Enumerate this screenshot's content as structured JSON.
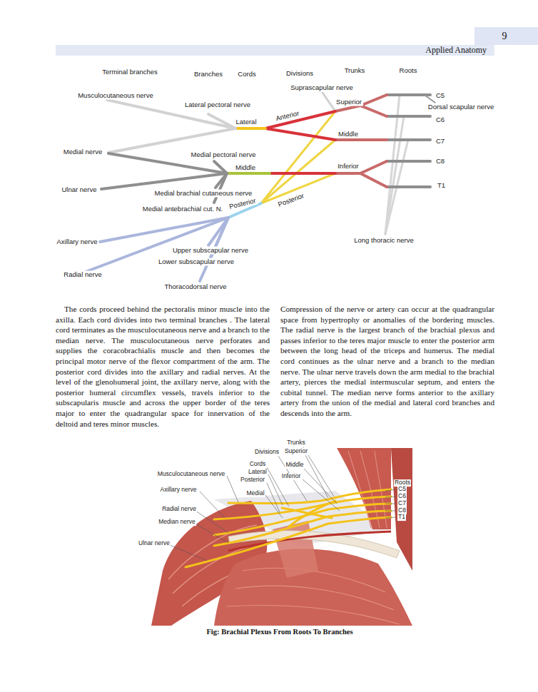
{
  "diagram": {
    "caption": "Fig: Brachial Plexus From Roots To Branches",
    "labels": [
      "9",
      "Applied Anatomy",
      "Terminal branches",
      "Branches",
      "Cords",
      "Divisions",
      "Trunks",
      "Roots",
      "Suprascapular nerve",
      "Musculocutaneous nerve",
      "Lateral pectoral nerve",
      "Superior",
      "C5",
      "Dorsal scapular nerve",
      "Lateral",
      "Anterior",
      "C6",
      "Middle",
      "C7",
      "Medial nerve",
      "Medial pectoral nerve",
      "C8",
      "Middle",
      "Inferior",
      "T1",
      "Ulnar nerve",
      "Medial brachial cutaneous nerve",
      "Posterior",
      "Medial antebrachial cut. N.",
      "Posterior",
      "Axillary nerve",
      "Long thoracic nerve",
      "Upper subscapular nerve",
      "Lower subscapular nerve",
      "Radial nerve",
      "Thoracodorsal nerve",
      "The cords proceed behind the pectoralis minor muscle into the axilla. Each cord divides into two terminal branches . The lateral cord terminates as the musculocutaneous nerve and a branch to the median nerve. The musculocutaneous nerve perforates and supplies the coracobrachialis muscle and then becomes the principal motor nerve of the flexor compartment of the arm. The posterior cord divides into the axillary and radial nerves. At the level of the glenohumeral joint, the axillary nerve, along with the posterior humeral circumflex vessels, travels inferior to the subscapularis muscle and across the upper border of the teres major to enter the quadrangular space for innervation of the deltoid and teres minor muscles.",
      "Compression of the nerve or artery can occur at the quadrangular space from hypertrophy or anomalies of the bordering muscles. The radial nerve is the largest branch of the brachial plexus and passes inferior to the teres major muscle to enter the posterior arm between the long head of the triceps and humerus. The medial cord continues as the ulnar nerve and a branch to the median nerve. The ulnar nerve travels down the arm medial to the brachial artery, pierces the medial intermuscular septum, and enters the cubital tunnel. The median nerve forms anterior to the axillary artery from the union of the medial and lateral cord branches and descends into the arm.",
      "Trunks",
      "Divisions",
      "Superior",
      "Cords",
      "Middle",
      "Lateral",
      "Musculocutaneous nerve",
      "Inferior",
      "Posterior",
      "Roots",
      "C5",
      "Axillary nerve",
      "Medial",
      "C6",
      "C7",
      "Radial nerve",
      "C8",
      "T1",
      "Median nerve",
      "Ulnar nerve"
    ]
  }
}
